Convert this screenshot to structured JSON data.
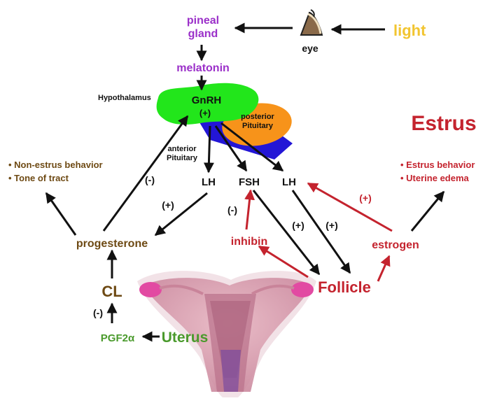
{
  "labels": {
    "light": "light",
    "eye": "eye",
    "pineal_gland_line1": "pineal",
    "pineal_gland_line2": "gland",
    "melatonin": "melatonin",
    "hypothalamus": "Hypothalamus",
    "gnrh": "GnRH",
    "gnrh_sign": "(+)",
    "posterior_pituitary_line1": "posterior",
    "posterior_pituitary_line2": "Pituitary",
    "anterior_pituitary_line1": "anterior",
    "anterior_pituitary_line2": "Pituitary",
    "lh_left": "LH",
    "fsh": "FSH",
    "lh_right": "LH",
    "estrus_title": "Estrus",
    "non_estrus_behavior": "• Non-estrus behavior",
    "tone_of_tract": "• Tone of tract",
    "estrus_behavior": "• Estrus behavior",
    "uterine_edema": "• Uterine edema",
    "progesterone": "progesterone",
    "cl": "CL",
    "pgf2a": "PGF2α",
    "uterus": "Uterus",
    "inhibin": "inhibin",
    "estrogen": "estrogen",
    "follicle": "Follicle",
    "sign_prog_gnrh": "(-)",
    "sign_lh_prog": "(+)",
    "sign_inhibin_fsh": "(-)",
    "sign_fsh_follicle": "(+)",
    "sign_lh_follicle": "(+)",
    "sign_estrogen_lh": "(+)",
    "sign_pgf2a_cl": "(-)"
  },
  "colors": {
    "black": "#111111",
    "purple": "#9b30c9",
    "yellow": "#f2c531",
    "brown": "#6e4a14",
    "red": "#c4232e",
    "green": "#4a9a2c",
    "hypothalamus_green": "#22e61b",
    "pituitary_blue": "#2316d6",
    "pituitary_orange": "#f7931a",
    "uterus_pink": "#d99aa8"
  }
}
